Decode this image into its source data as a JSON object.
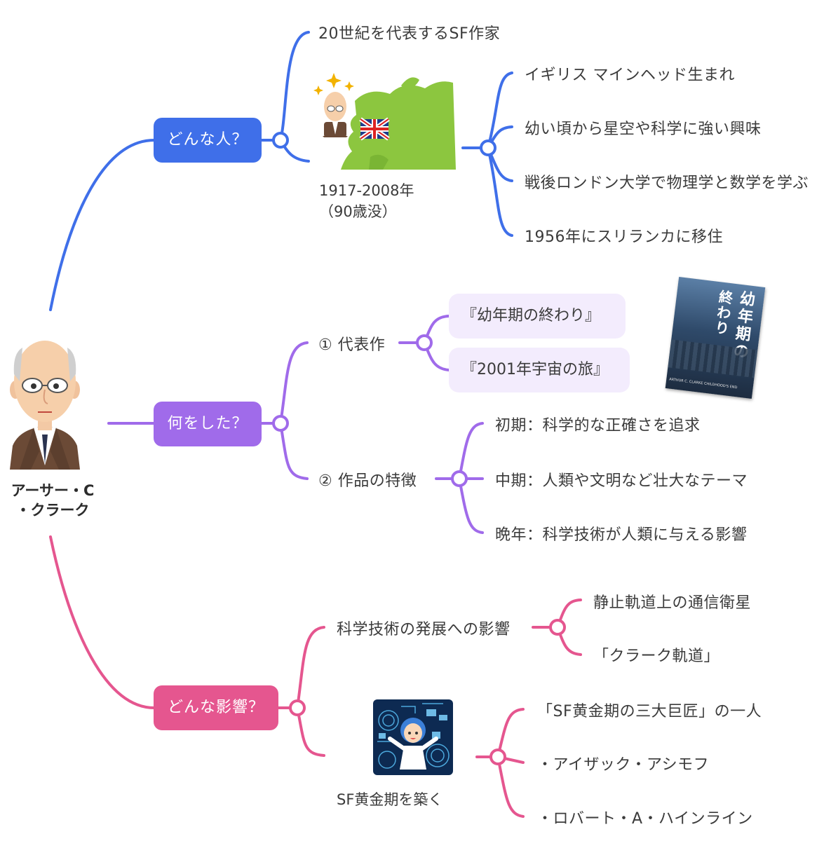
{
  "root": {
    "line1": "アーサー・C",
    "line2": "・クラーク"
  },
  "branches": {
    "who": {
      "label": "どんな人？",
      "color": "#3f6fe9",
      "items": {
        "sf_writer": "20世紀を代表するSF作家",
        "life_years": "1917-2008年",
        "life_age": "（90歳没）",
        "born": "イギリス マインヘッド生まれ",
        "interest": "幼い頃から星空や科学に強い興味",
        "study": "戦後ロンドン大学で物理学と数学を学ぶ",
        "moved": "1956年にスリランカに移住"
      }
    },
    "did": {
      "label": "何をした？",
      "color": "#a06bea",
      "major_works": {
        "label": "① 代表作",
        "items": [
          "『幼年期の終わり』",
          "『2001年宇宙の旅』"
        ]
      },
      "features": {
        "label": "② 作品の特徴",
        "items": [
          "初期：科学的な正確さを追求",
          "中期：人類や文明など壮大なテーマ",
          "晩年：科学技術が人類に与える影響"
        ]
      },
      "book_cover": {
        "title_line1": "幼年期",
        "title_line2": "の",
        "title_line3": "終わり",
        "author_en": "ARTHUR C. CLARKE",
        "subtitle_en": "CHILDHOOD'S END"
      }
    },
    "influence": {
      "label": "どんな影響？",
      "color": "#e5568f",
      "tech": {
        "label": "科学技術の発展への影響",
        "items": [
          "静止軌道上の通信衛星",
          "「クラーク軌道」"
        ]
      },
      "golden_age": {
        "label": "SF黄金期を築く",
        "items": [
          "「SF黄金期の三大巨匠」の一人",
          "・アイザック・アシモフ",
          "・ロバート・A・ハインライン"
        ]
      }
    }
  }
}
